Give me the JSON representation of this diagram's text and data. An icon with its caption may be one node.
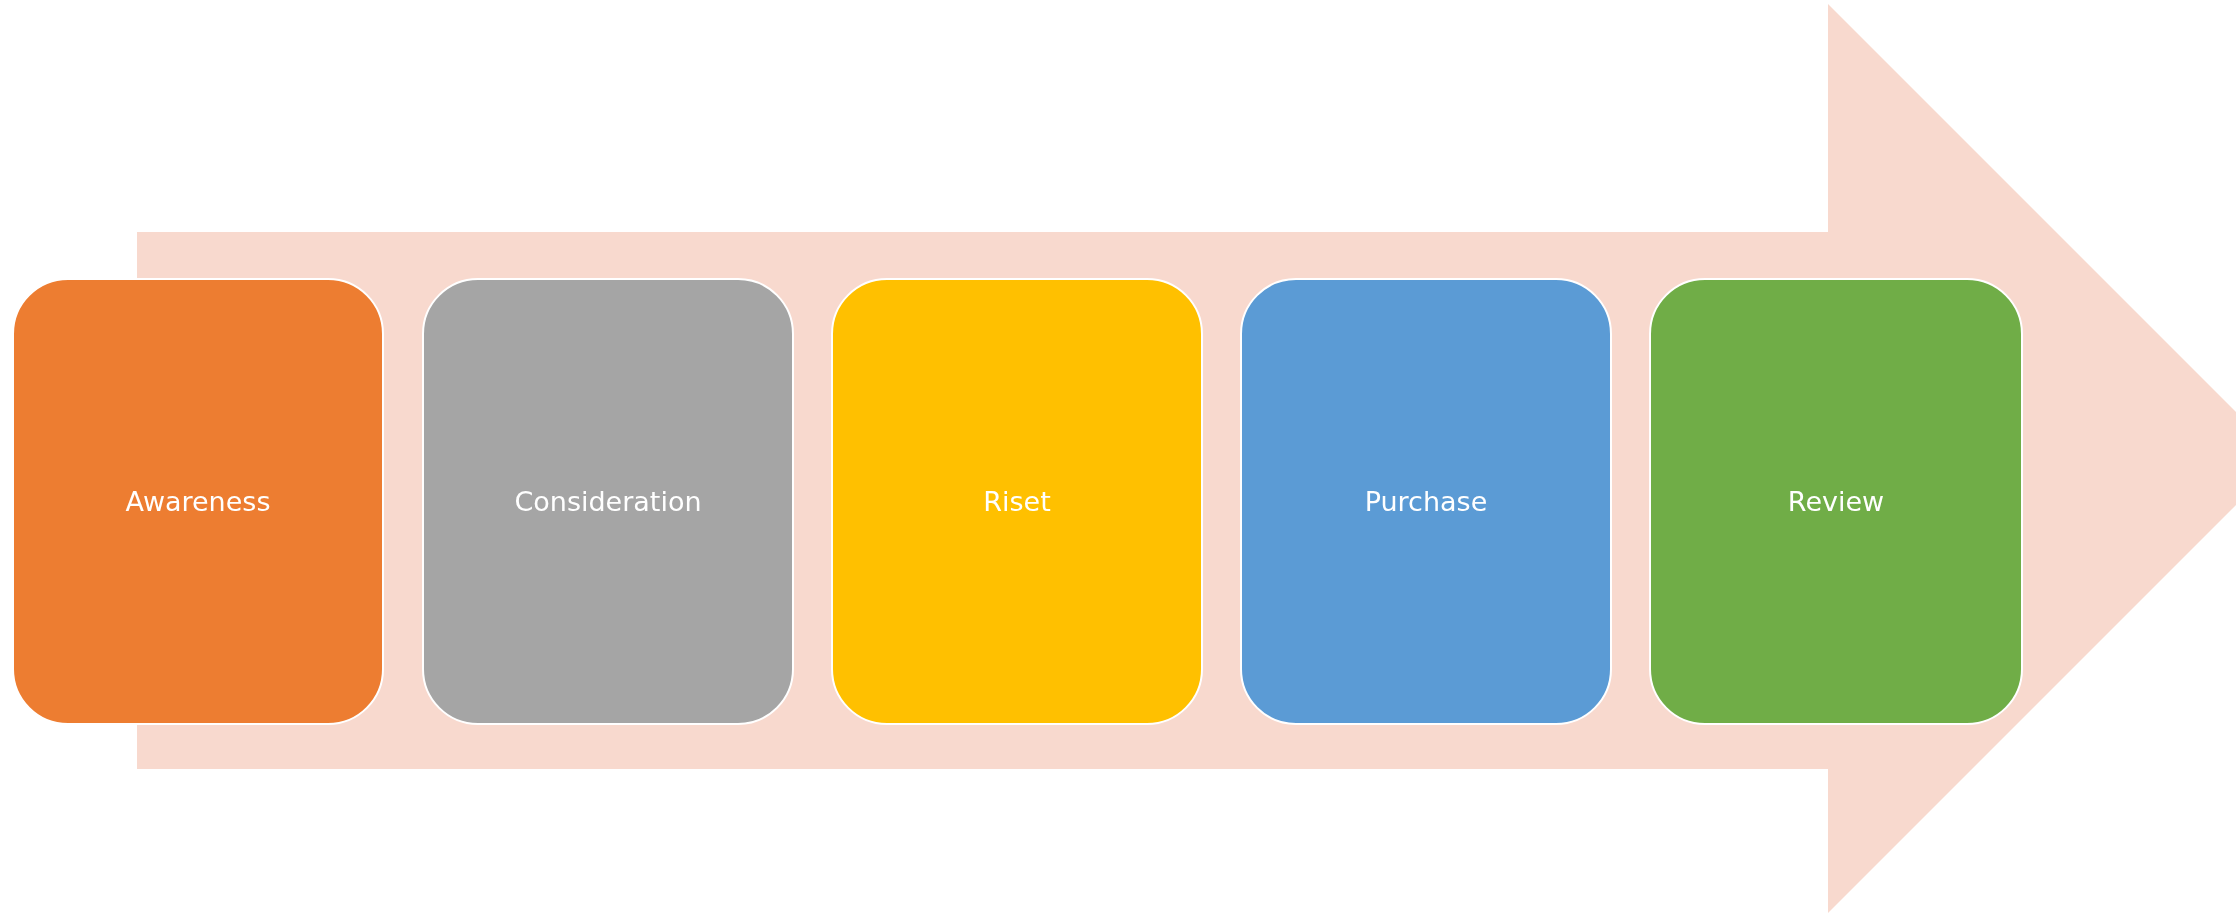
{
  "diagram": {
    "nodes": [
      {
        "text": [
          "Awareness"
        ]
      },
      {
        "text": [
          "Consideration"
        ]
      },
      {
        "text": [
          "Riset"
        ]
      },
      {
        "text": [
          "Purchase"
        ]
      },
      {
        "text": [
          "Review"
        ]
      }
    ]
  }
}
